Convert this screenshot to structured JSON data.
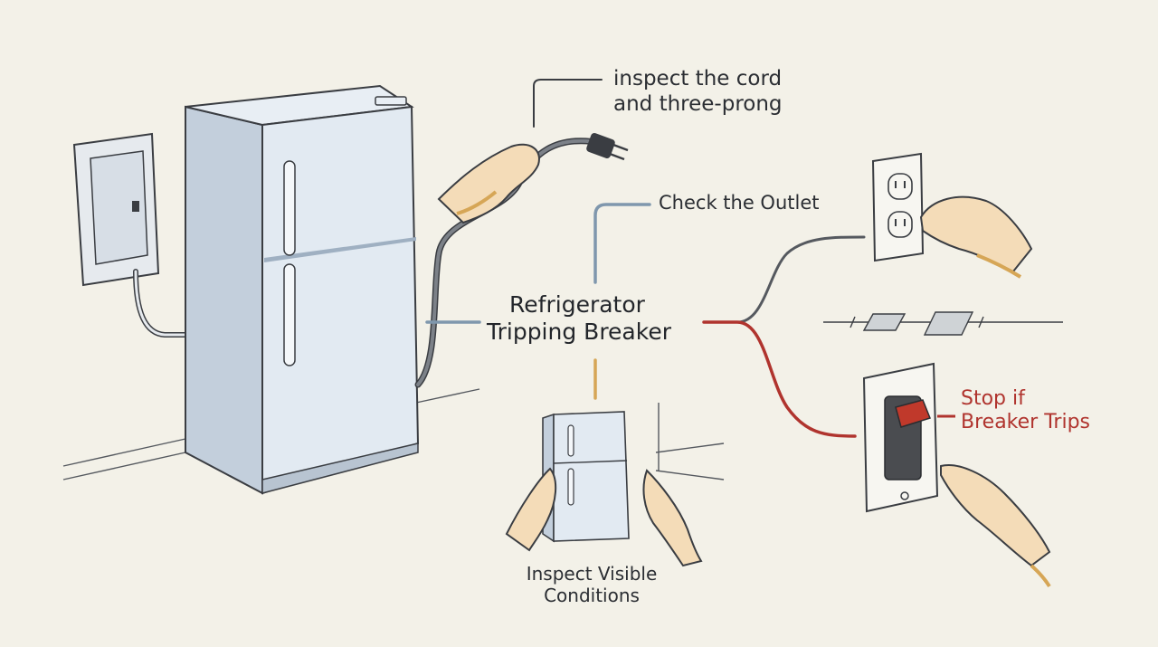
{
  "center": {
    "line1": "Refrigerator",
    "line2": "Tripping Breaker"
  },
  "labels": {
    "cord_line1": "inspect the cord",
    "cord_line2": "and three-prong",
    "outlet": "Check the Outlet",
    "stop_line1": "Stop if",
    "stop_line2": "Breaker Trips",
    "inspect_line1": "Inspect Visible",
    "inspect_line2": "Conditions"
  },
  "colors": {
    "background": "#f3f1e8",
    "ink": "#2b2e33",
    "appliance": "#dde6ef",
    "connector_blue": "#7f97ad",
    "connector_red": "#b0342e",
    "connector_tan": "#d6a656",
    "skin": "#f4dcb8"
  },
  "icons": [
    "refrigerator-icon",
    "electrical-panel-icon",
    "power-cord-icon",
    "wall-outlet-icon",
    "breaker-switch-icon",
    "mini-refrigerator-icon",
    "hand-icon"
  ]
}
